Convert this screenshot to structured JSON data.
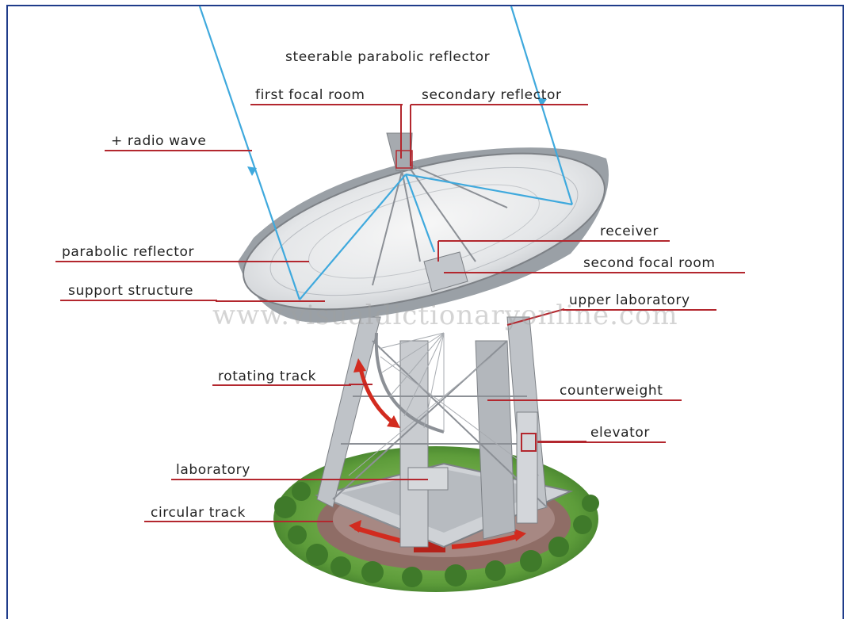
{
  "labels": {
    "steerable_parabolic_reflector": "steerable parabolic reflector",
    "first_focal_room": "first focal room",
    "secondary_reflector": "secondary reflector",
    "radio_wave": "+ radio wave",
    "receiver": "receiver",
    "parabolic_reflector": "parabolic reflector",
    "second_focal_room": "second focal room",
    "support_structure": "support structure",
    "upper_laboratory": "upper laboratory",
    "rotating_track": "rotating track",
    "counterweight": "counterweight",
    "elevator": "elevator",
    "laboratory": "laboratory",
    "circular_track": "circular track"
  },
  "watermark": "www.visualdictionaryonline.com",
  "colors": {
    "frame": "#1f3c8a",
    "leader_line": "#b3272e",
    "radio_wave": "#3fa9dd",
    "steel": "#8c9096",
    "track_arrows": "#d22b1f",
    "grass": "#6fae4a"
  }
}
